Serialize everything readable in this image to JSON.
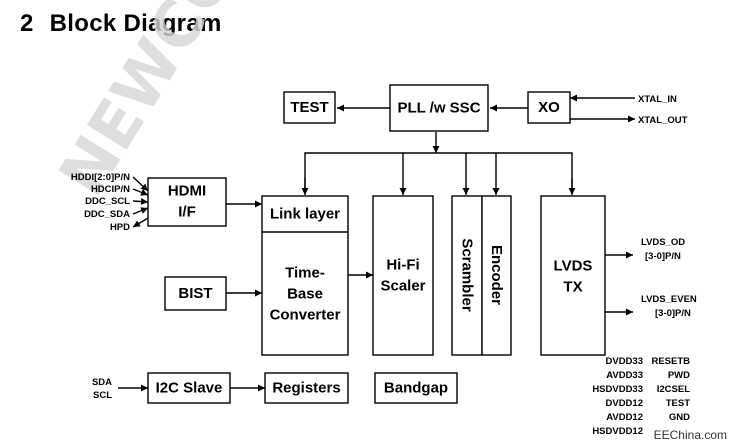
{
  "heading": {
    "number": "2",
    "title": "Block Diagram"
  },
  "watermark": "NEWCOSEMI",
  "credit": "EEChina.com",
  "blocks": {
    "test": "TEST",
    "pll": "PLL /w SSC",
    "xo": "XO",
    "hdmi": [
      "HDMI",
      "I/F"
    ],
    "link": "Link layer",
    "timebase": [
      "Time-",
      "Base",
      "Converter"
    ],
    "bist": "BIST",
    "hifi": [
      "Hi-Fi",
      "Scaler"
    ],
    "scrambler": "Scrambler",
    "encoder": "Encoder",
    "lvds": [
      "LVDS",
      "TX"
    ],
    "i2c": "I2C Slave",
    "registers": "Registers",
    "bandgap": "Bandgap"
  },
  "signals": {
    "xtal_in": "XTAL_IN",
    "xtal_out": "XTAL_OUT",
    "hdmi_in": [
      "HDDI[2:0]P/N",
      "HDCIP/N",
      "DDC_SCL",
      "DDC_SDA",
      "HPD"
    ],
    "lvds_od": [
      "LVDS_OD",
      "[3-0]P/N"
    ],
    "lvds_even": [
      "LVDS_EVEN",
      "[3-0]P/N"
    ],
    "i2c_in": [
      "SDA",
      "SCL"
    ],
    "power": [
      "DVDD33",
      "AVDD33",
      "HSDVDD33",
      "DVDD12",
      "AVDD12",
      "HSDVDD12"
    ],
    "control": [
      "RESETB",
      "PWD",
      "I2CSEL",
      "TEST",
      "GND"
    ]
  }
}
